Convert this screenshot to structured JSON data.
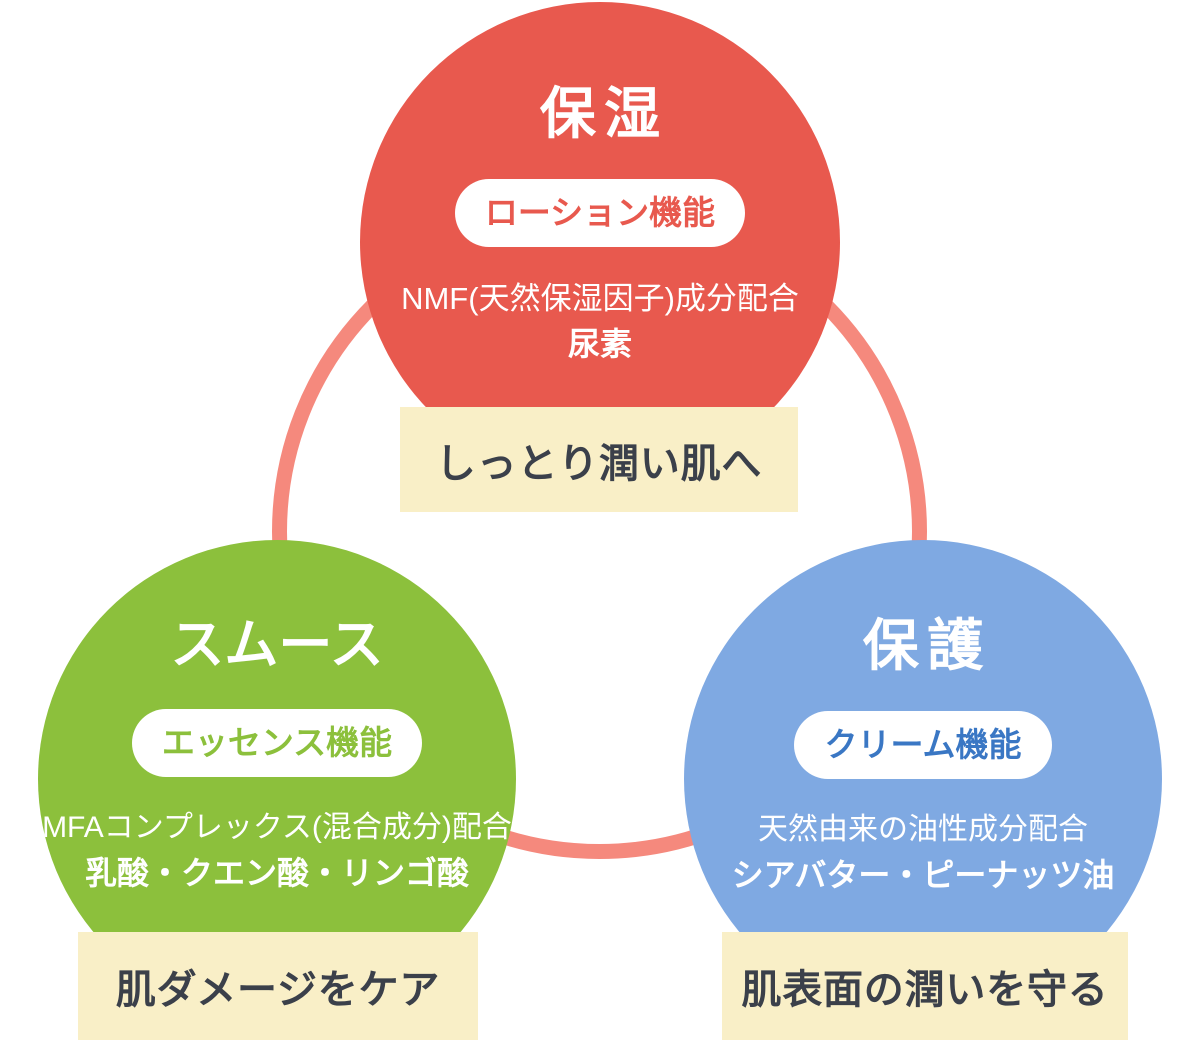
{
  "diagram": {
    "ring_color": "#F5897D",
    "banner_bg": "#F9EFC7",
    "banner_text_color": "#3B404A",
    "circles": [
      {
        "id": "moisturize",
        "title": "保湿",
        "pill": "ローション機能",
        "line1": "NMF(天然保湿因子)成分配合",
        "line2": "尿素",
        "color": "#E8594E",
        "pill_text_color": "#E8594E",
        "banner": "しっとり潤い肌へ"
      },
      {
        "id": "smooth",
        "title": "スムース",
        "pill": "エッセンス機能",
        "line1": "MFAコンプレックス(混合成分)配合",
        "line2": "乳酸・クエン酸・リンゴ酸",
        "color": "#8CC03C",
        "pill_text_color": "#8CC03C",
        "banner": "肌ダメージをケア"
      },
      {
        "id": "protect",
        "title": "保護",
        "pill": "クリーム機能",
        "line1": "天然由来の油性成分配合",
        "line2": "シアバター・ピーナッツ油",
        "color": "#7FA9E2",
        "pill_text_color": "#3A77C4",
        "banner": "肌表面の潤いを守る"
      }
    ]
  }
}
